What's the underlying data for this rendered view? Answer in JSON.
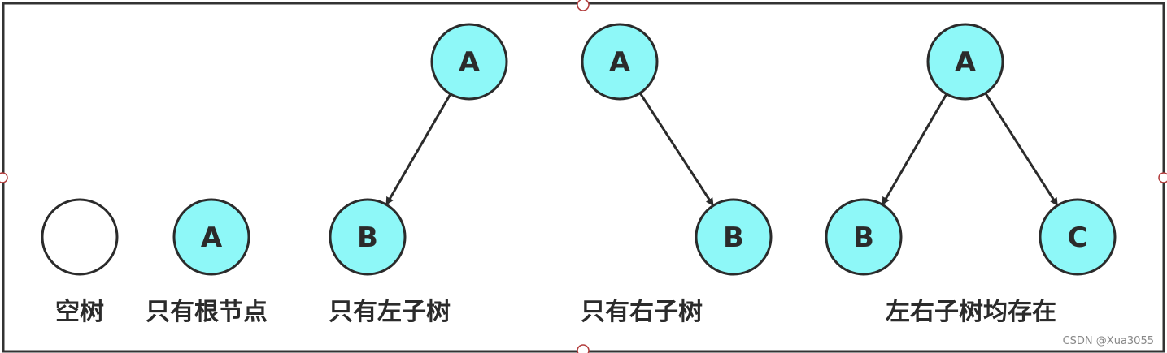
{
  "colors": {
    "node_fill": "#8ef8f8",
    "node_stroke": "#2b2b2b",
    "empty_fill": "#ffffff",
    "edge": "#2b2b2b",
    "frame": "#333333",
    "handle_stroke": "#b23b3b"
  },
  "diagrams": [
    {
      "caption": "空树",
      "nodes": [
        {
          "label": "",
          "filled": false
        }
      ],
      "edges": []
    },
    {
      "caption": "只有根节点",
      "nodes": [
        {
          "label": "A",
          "filled": true
        }
      ],
      "edges": []
    },
    {
      "caption": "只有左子树",
      "nodes": [
        {
          "label": "A",
          "filled": true
        },
        {
          "label": "B",
          "filled": true
        }
      ],
      "edges": [
        {
          "from": 0,
          "to": 1
        }
      ]
    },
    {
      "caption": "只有右子树",
      "nodes": [
        {
          "label": "A",
          "filled": true
        },
        {
          "label": "B",
          "filled": true
        }
      ],
      "edges": [
        {
          "from": 0,
          "to": 1
        }
      ]
    },
    {
      "caption": "左右子树均存在",
      "nodes": [
        {
          "label": "A",
          "filled": true
        },
        {
          "label": "B",
          "filled": true
        },
        {
          "label": "C",
          "filled": true
        }
      ],
      "edges": [
        {
          "from": 0,
          "to": 1
        },
        {
          "from": 0,
          "to": 2
        }
      ]
    }
  ],
  "watermark": "CSDN @Xua3055"
}
